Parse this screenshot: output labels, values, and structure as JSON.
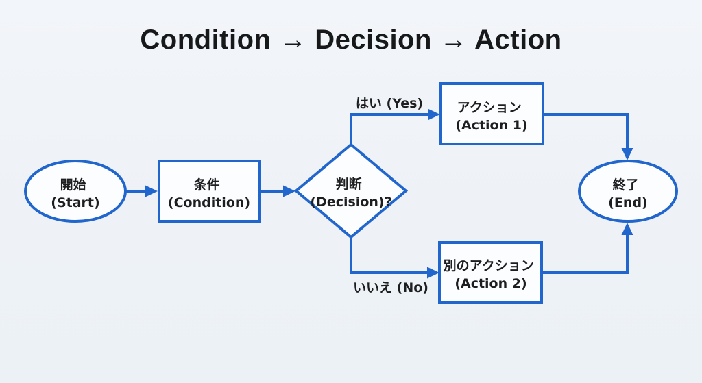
{
  "title": "Condition → Decision → Action",
  "colors": {
    "line_blue": "#2066cc",
    "shape_fill": "#fcfdfe",
    "text_dark": "#1d1e20",
    "background": "#eef2f6"
  },
  "nodes": {
    "start": {
      "shape": "ellipse",
      "label_jp": "開始",
      "label_en": "(Start)"
    },
    "condition": {
      "shape": "rectangle",
      "label_jp": "条件",
      "label_en": "(Condition)"
    },
    "decision": {
      "shape": "diamond",
      "label_jp": "判断",
      "label_en": "(Decision)?"
    },
    "action1": {
      "shape": "rectangle",
      "label_jp": "アクション",
      "label_en": "(Action 1)"
    },
    "action2": {
      "shape": "rectangle",
      "label_jp": "別のアクション",
      "label_en": "(Action 2)"
    },
    "end": {
      "shape": "ellipse",
      "label_jp": "終了",
      "label_en": "(End)"
    }
  },
  "edges": {
    "yes_label": "はい (Yes)",
    "no_label": "いいえ (No)"
  }
}
